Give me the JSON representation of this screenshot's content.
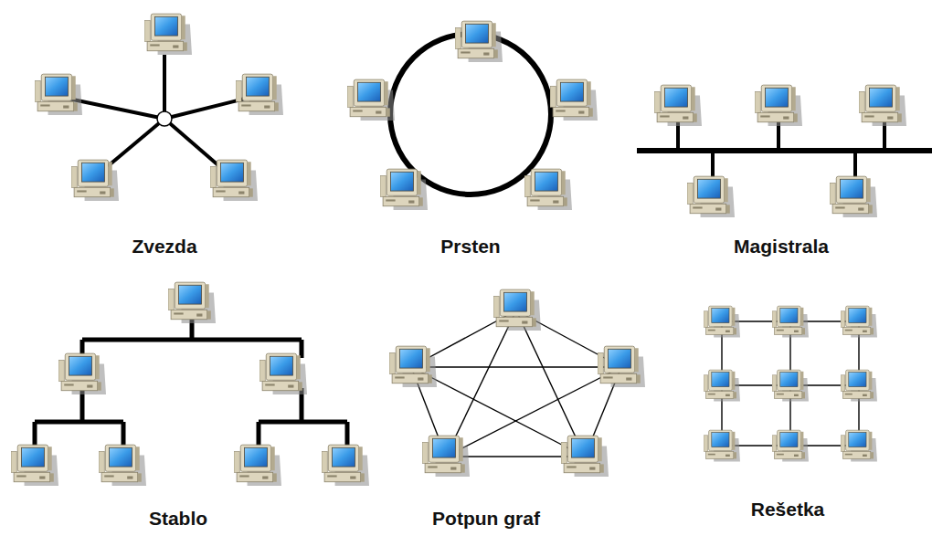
{
  "diagram": {
    "labels": [
      "Zvezda",
      "Prsten",
      "Magistrala",
      "Stablo",
      "Potpun graf",
      "Rešetka"
    ]
  }
}
